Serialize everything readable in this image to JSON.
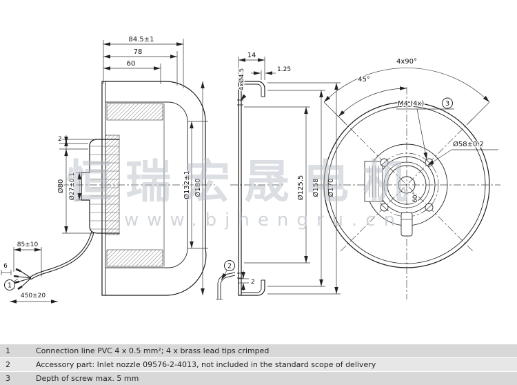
{
  "drawing": {
    "side": {
      "dim_total": "84.5±1",
      "dim_78": "78",
      "dim_60": "60",
      "dim_2_top": "2",
      "dim_d80": "Ø80",
      "dim_d27": "Ø27±0.1",
      "dim_d132": "Ø132±1",
      "dim_d180": "Ø180",
      "dim_strip": "85±10",
      "dim_6": "6",
      "dim_cable": "450±20",
      "dim_gap2": "2"
    },
    "section": {
      "dim_14": "14",
      "dim_125": "1.25",
      "dim_holes": "4xØ4.5",
      "dim_d1255": "Ø125.5",
      "dim_d158": "Ø158",
      "dim_d170": "Ø170"
    },
    "front": {
      "dim_4x90": "4x90°",
      "dim_45": "45°",
      "label_m4": "M4 (4x)",
      "dim_d58": "Ø58±0.2",
      "dim_60deg": "60°"
    },
    "balloons": {
      "b1": "1",
      "b2": "2",
      "b3": "3"
    }
  },
  "watermark": {
    "cjk": "恒瑞宏晟电机",
    "url": "www.bjhengru.cn"
  },
  "notes": {
    "rows": [
      {
        "num": "1",
        "text": "Connection line PVC 4 x 0.5 mm²; 4 x brass lead tips crimped"
      },
      {
        "num": "2",
        "text": "Accessory part: Inlet nozzle 09576-2-4013, not included in the standard scope of delivery"
      },
      {
        "num": "3",
        "text": "Depth of screw max. 5 mm"
      }
    ]
  }
}
